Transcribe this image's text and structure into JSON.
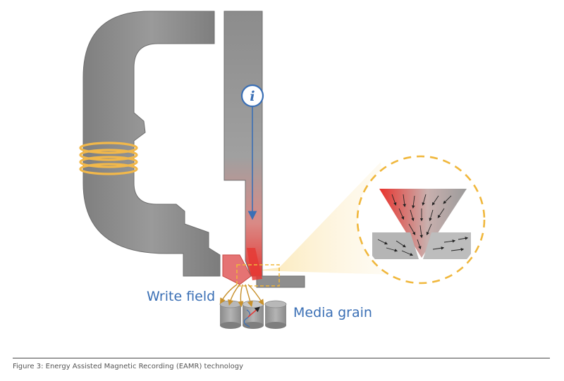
{
  "diagram": {
    "current_symbol": "i",
    "write_field_label": "Write field",
    "media_grain_label": "Media grain",
    "colors": {
      "head": "#878787",
      "head_light": "#a8a8a8",
      "coil": "#f2b84a",
      "field_red": "#e53935",
      "accent_blue": "#3a6fb5",
      "zoom_dash": "#f0b73c",
      "arrow_gold": "#c8912c"
    },
    "icons": [
      "current-symbol-icon",
      "coil-icon",
      "zoom-circle-icon",
      "media-grain-icon"
    ]
  },
  "caption": "Figure 3: Energy Assisted Magnetic Recording (EAMR) technology"
}
